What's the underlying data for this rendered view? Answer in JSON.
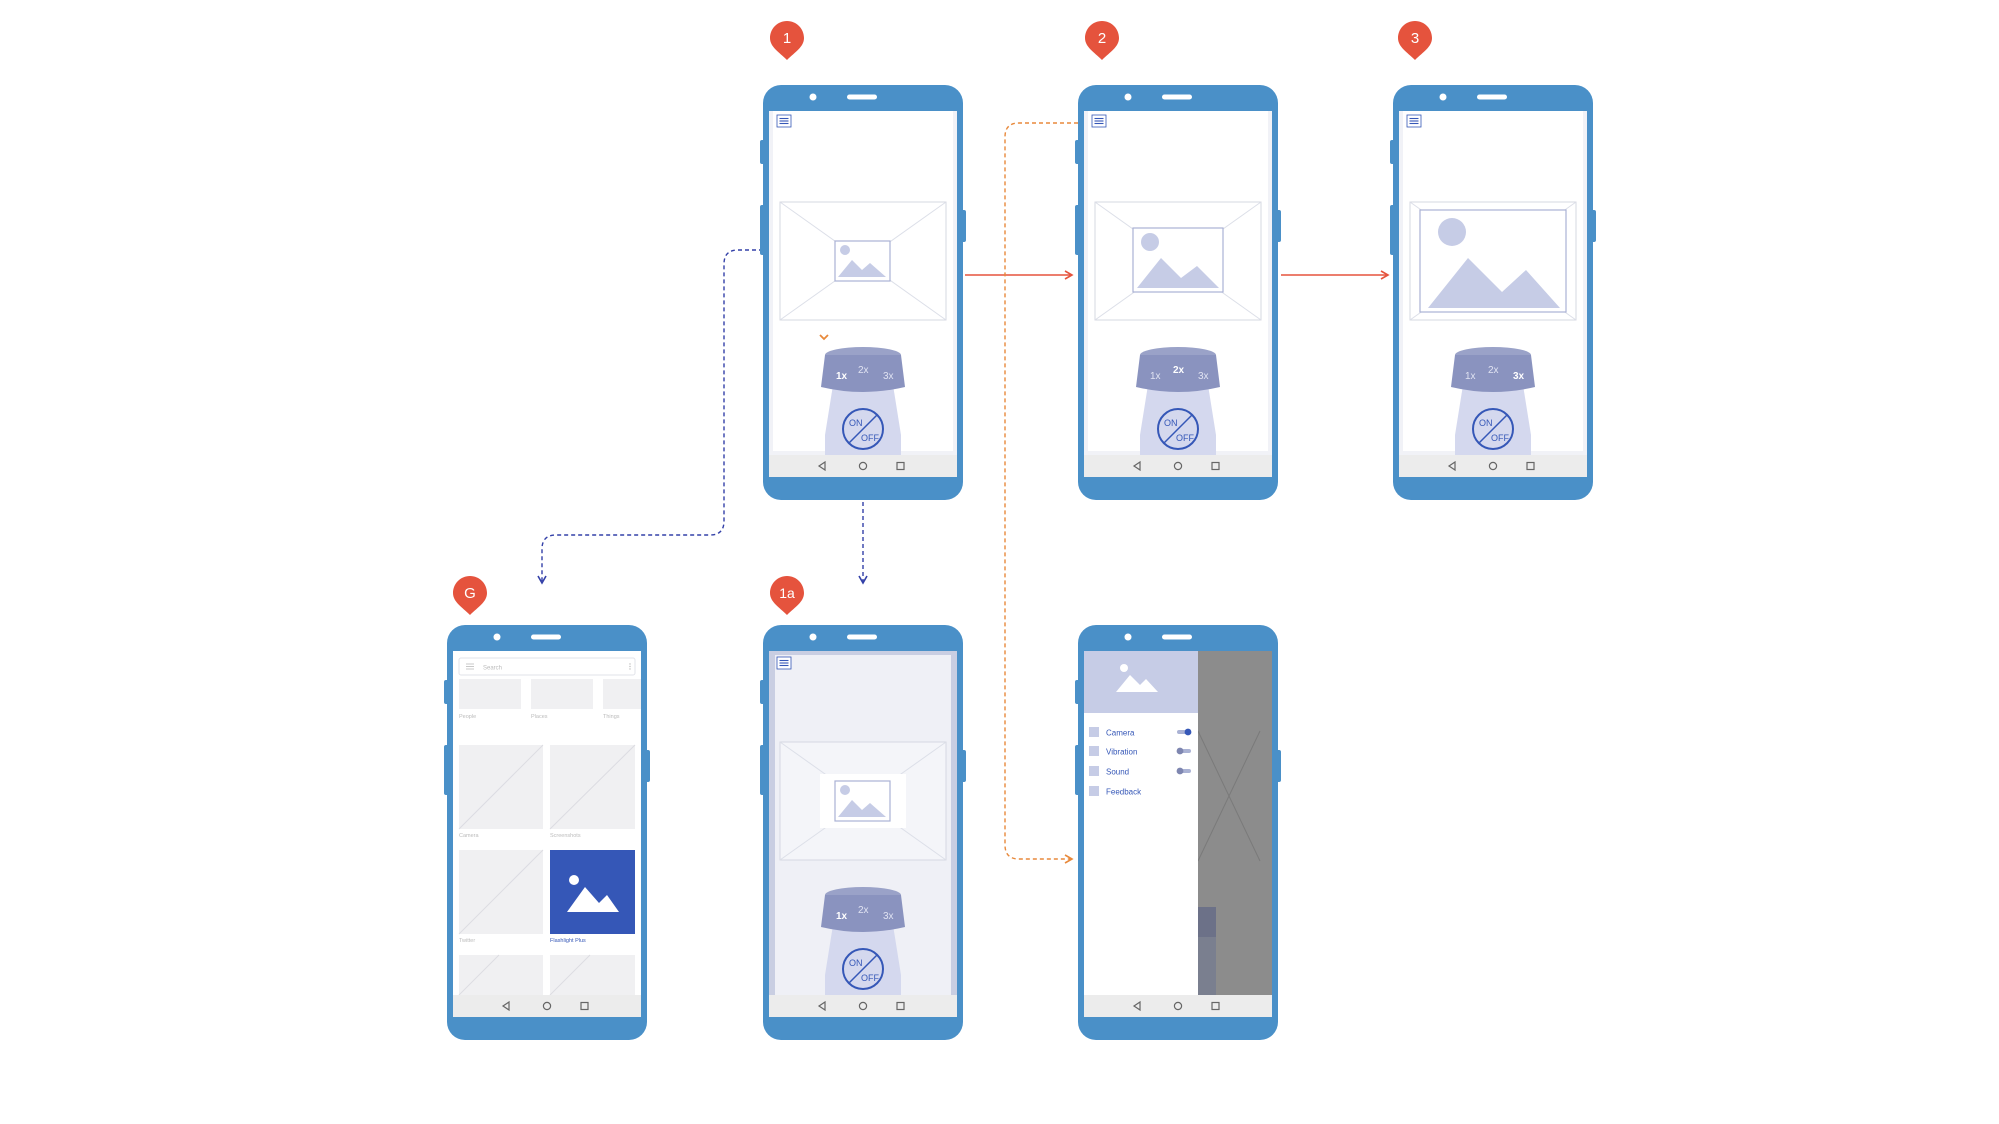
{
  "markers": {
    "screen_1": "1",
    "screen_2": "2",
    "screen_3": "3",
    "screen_g": "G",
    "screen_1a": "1a"
  },
  "dial": {
    "zoom_levels": [
      "1x",
      "2x",
      "3x"
    ],
    "on_label": "ON",
    "off_label": "OFF"
  },
  "gallery": {
    "search_placeholder": "Search",
    "albums": [
      "People",
      "Places",
      "Things",
      "Camera",
      "Screenshots",
      "Twitter",
      "Flashlight Plus"
    ]
  },
  "drawer": {
    "items": [
      {
        "label": "Camera",
        "toggle": "on"
      },
      {
        "label": "Vibration",
        "toggle": "off"
      },
      {
        "label": "Sound",
        "toggle": "off"
      },
      {
        "label": "Feedback",
        "toggle": "none"
      }
    ]
  },
  "colors": {
    "phone_body": "#4a90c8",
    "marker": "#e5533d",
    "primary_blue": "#3557b7",
    "light_blue": "#c6cce6",
    "orange_link": "#e8893b",
    "red_link": "#e5533d",
    "navy_link": "#3340a8"
  }
}
